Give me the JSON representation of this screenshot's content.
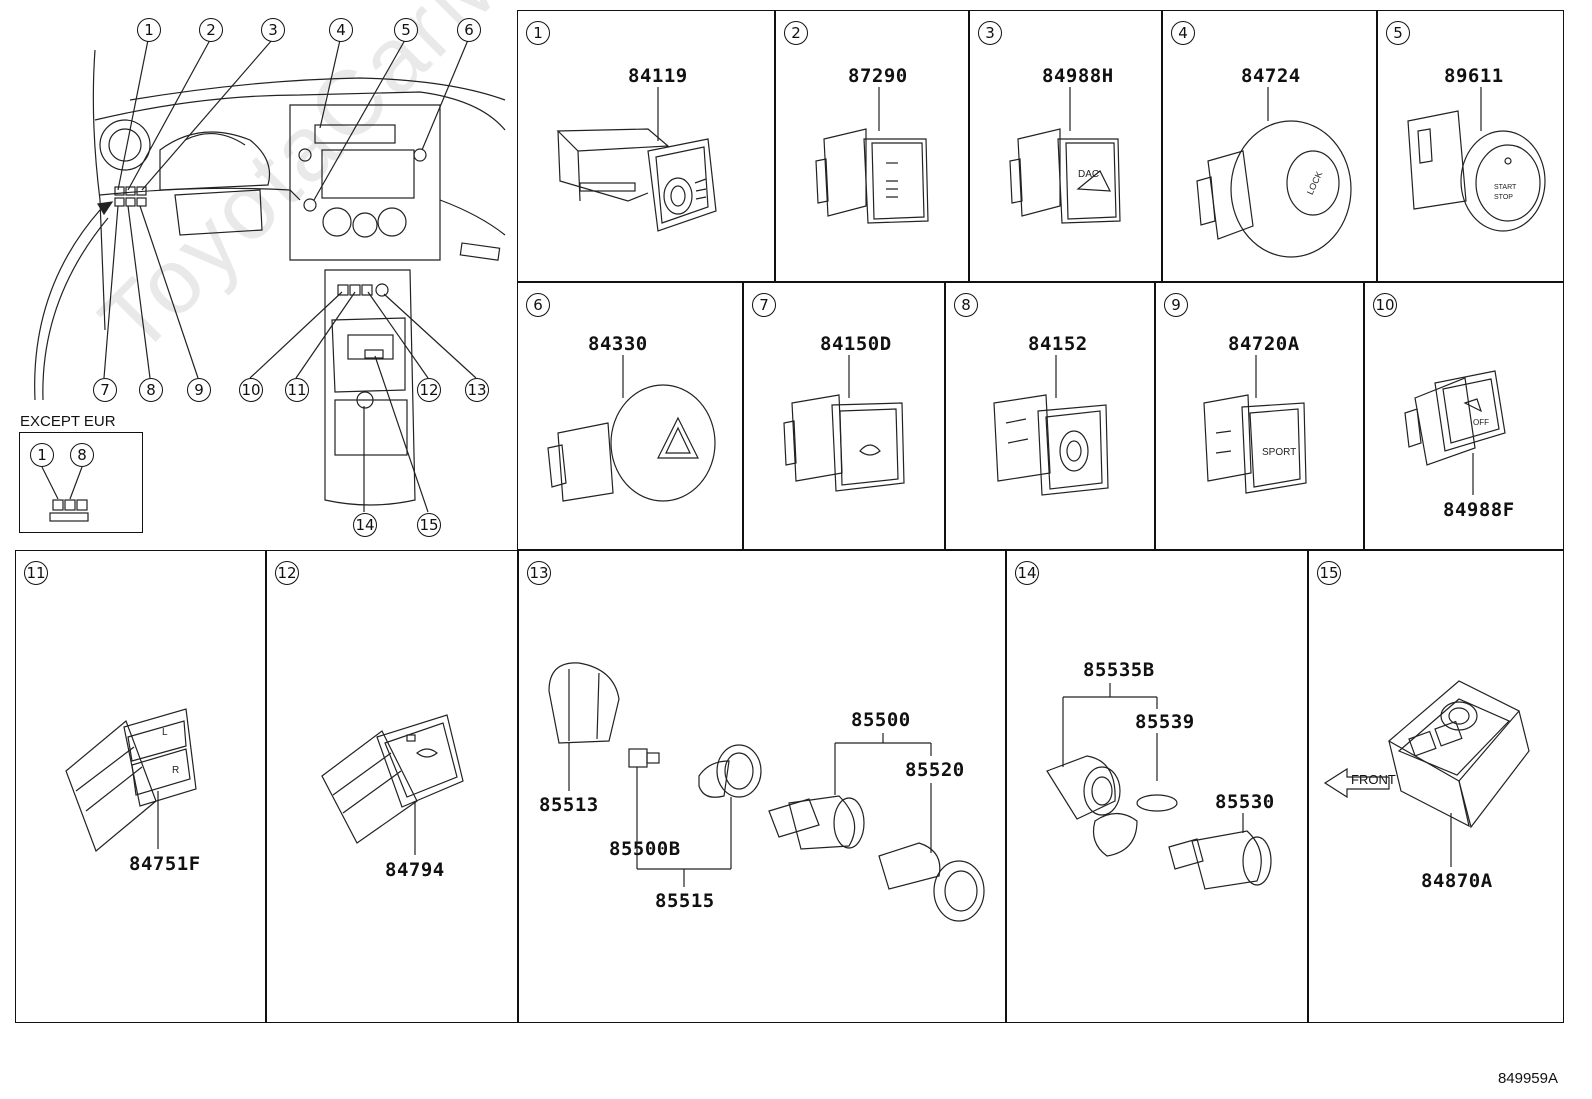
{
  "watermark": "ToyotaCarMine.ru",
  "diagram_id": "849959A",
  "overview": {
    "callouts_top": [
      "1",
      "2",
      "3",
      "4",
      "5",
      "6"
    ],
    "callouts_bottom_left": [
      "7",
      "8",
      "9"
    ],
    "callouts_bottom_center": [
      "10",
      "11",
      "12",
      "13"
    ],
    "callouts_lower": [
      "14",
      "15"
    ],
    "except_label": "EXCEPT EUR",
    "except_callouts": [
      "1",
      "8"
    ]
  },
  "cells": [
    {
      "num": "1",
      "parts": [
        "84119"
      ]
    },
    {
      "num": "2",
      "parts": [
        "87290"
      ]
    },
    {
      "num": "3",
      "parts": [
        "84988H"
      ]
    },
    {
      "num": "4",
      "parts": [
        "84724"
      ]
    },
    {
      "num": "5",
      "parts": [
        "89611"
      ]
    },
    {
      "num": "6",
      "parts": [
        "84330"
      ]
    },
    {
      "num": "7",
      "parts": [
        "84150D"
      ]
    },
    {
      "num": "8",
      "parts": [
        "84152"
      ]
    },
    {
      "num": "9",
      "parts": [
        "84720A"
      ]
    },
    {
      "num": "10",
      "parts": [
        "84988F"
      ]
    },
    {
      "num": "11",
      "parts": [
        "84751F"
      ]
    },
    {
      "num": "12",
      "parts": [
        "84794"
      ]
    },
    {
      "num": "13",
      "parts": [
        "85513",
        "85500B",
        "85515",
        "85500",
        "85520"
      ]
    },
    {
      "num": "14",
      "parts": [
        "85535B",
        "85539",
        "85530"
      ]
    },
    {
      "num": "15",
      "parts": [
        "84870A"
      ],
      "front_label": "FRONT"
    }
  ]
}
